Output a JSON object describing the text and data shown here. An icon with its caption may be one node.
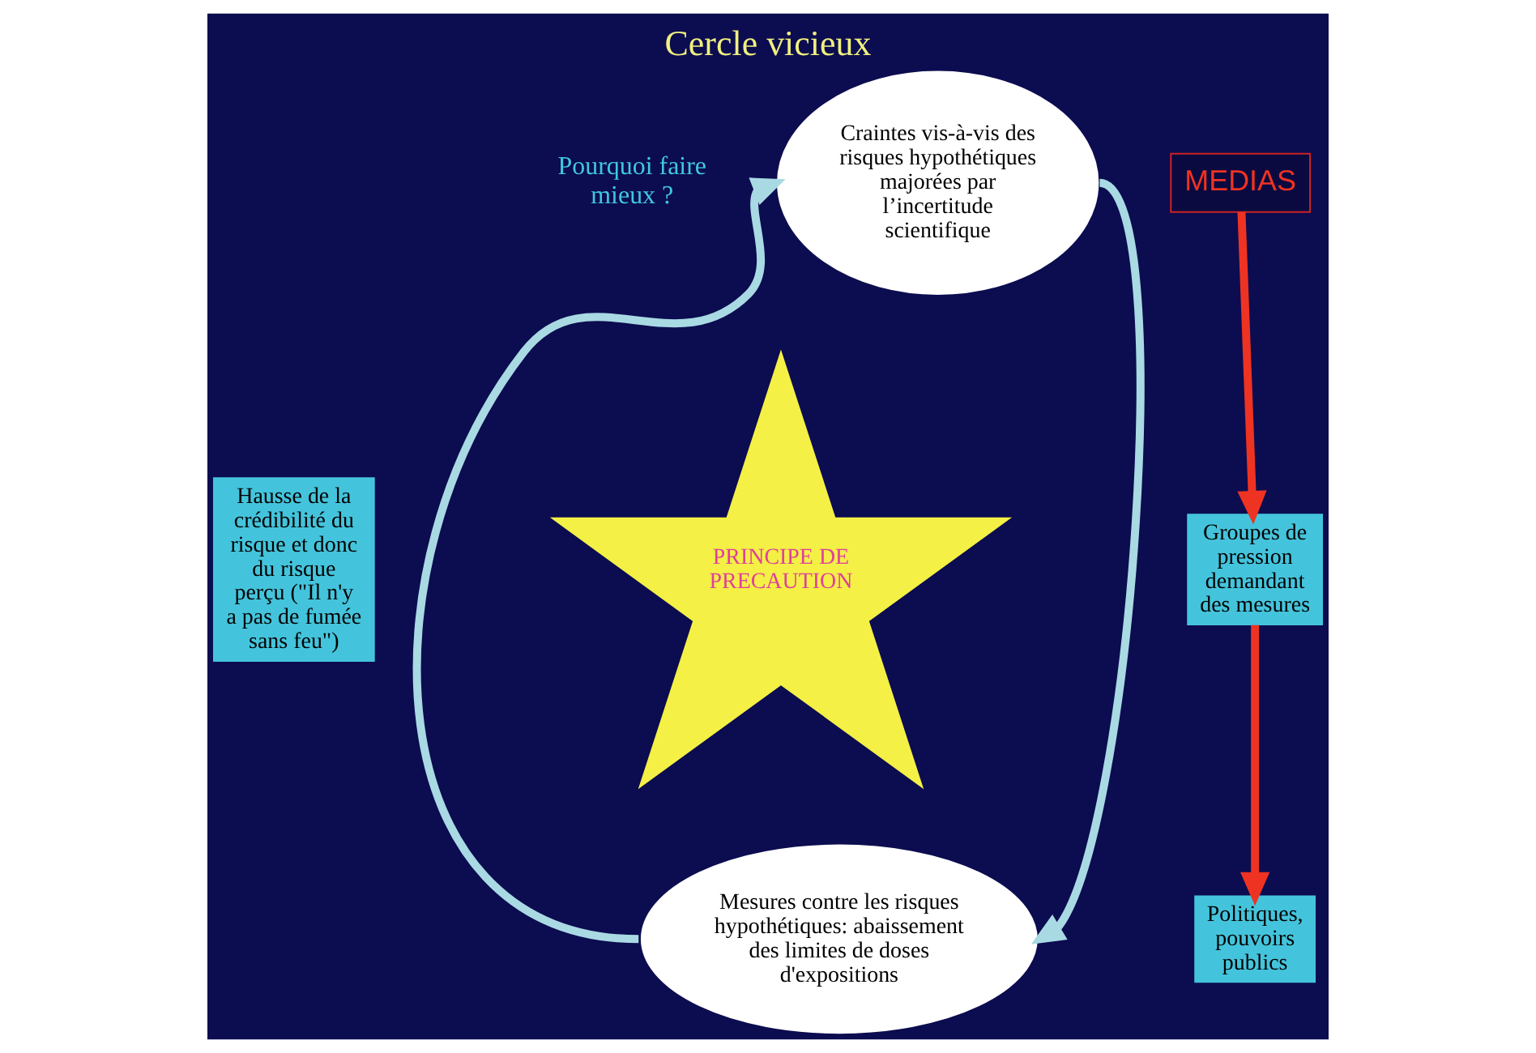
{
  "diagram": {
    "title": "Cercle vicieux",
    "nodes": [
      {
        "text": [
          "MEDIAS"
        ]
      },
      {
        "text": [
          "Craintes vis-à-vis des risques hypothétiques majorées par l’incertitude scientifique"
        ]
      },
      {
        "text": [
          "Hausse de la crédibilité du risque et donc du risque perçu (\"Il n'y a pas de fumée sans feu\")"
        ]
      },
      {
        "text": [
          "PRINCIPE DE PRECAUTION"
        ]
      },
      {
        "text": [
          "Groupes de pression demandant des mesures"
        ]
      },
      {
        "text": [
          "Mesures contre les risques hypothétiques: abaissement des limites de doses d'expositions"
        ]
      },
      {
        "text": [
          "Politiques, pouvoirs publics"
        ]
      }
    ],
    "edges": [
      {
        "from": 1,
        "to": 5,
        "arrow": "to",
        "color": "#a9d9e3"
      },
      {
        "from": 5,
        "to": 1,
        "arrow": "to",
        "color": "#a9d9e3"
      },
      {
        "from": 0,
        "to": 4,
        "arrow": "to",
        "color": "#ee3322"
      },
      {
        "from": 4,
        "to": 6,
        "arrow": "to",
        "color": "#ee3322"
      }
    ],
    "labels": [
      "Pourquoi faire mieux ?"
    ]
  }
}
